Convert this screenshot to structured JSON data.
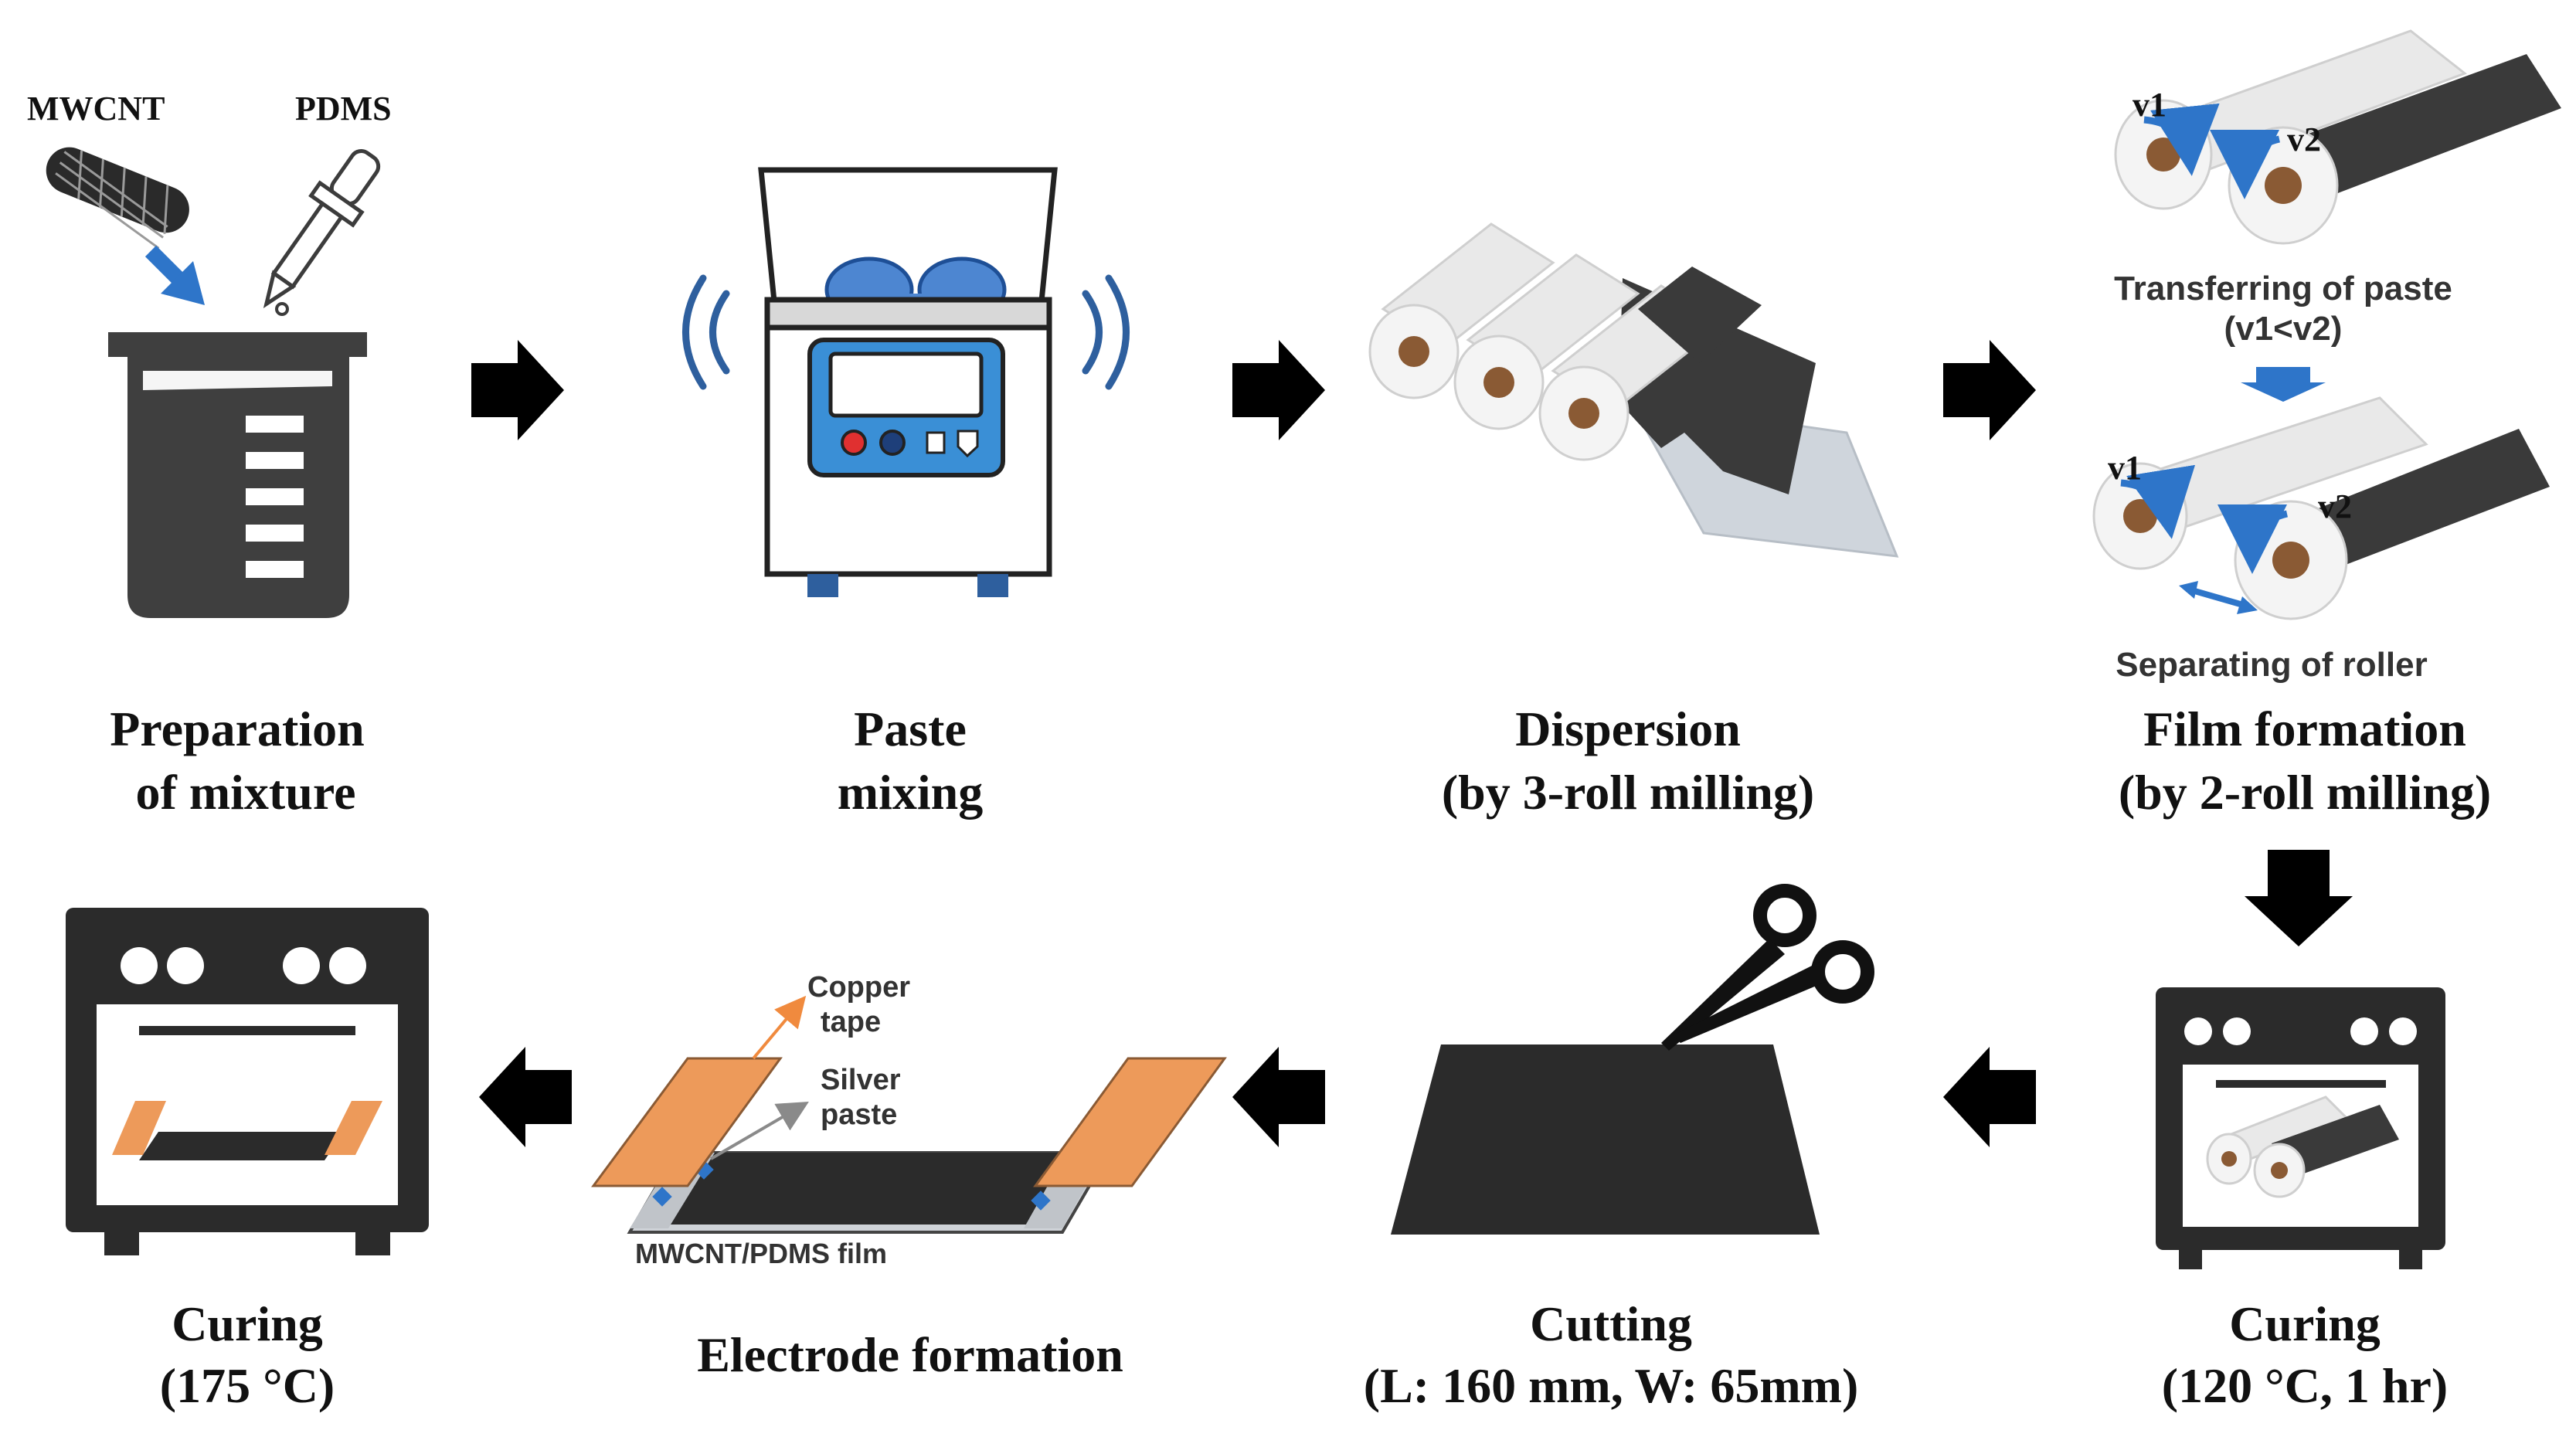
{
  "materials": {
    "mwcnt": "MWCNT",
    "pdms": "PDMS"
  },
  "steps": {
    "s1": {
      "line1": "Preparation",
      "line2": "of mixture"
    },
    "s2": {
      "line1": "Paste",
      "line2": "mixing"
    },
    "s3": {
      "line1": "Dispersion",
      "line2": "(by 3-roll milling)"
    },
    "s4": {
      "line1": "Film formation",
      "line2": "(by 2-roll milling)"
    },
    "s5": {
      "line1": "Curing",
      "line2": "(120 °C, 1 hr)"
    },
    "s6": {
      "line1": "Cutting",
      "line2": "(L: 160 mm, W: 65mm)"
    },
    "s7": {
      "line1": "Electrode formation"
    },
    "s8": {
      "line1": "Curing",
      "line2": "(175 °C)"
    }
  },
  "rollers": {
    "v1": "v1",
    "v2": "v2",
    "transfer_line1": "Transferring of paste",
    "transfer_line2": "(v1<v2)",
    "separating": "Separating of roller"
  },
  "electrode": {
    "copper_line1": "Copper",
    "copper_line2": "tape",
    "silver_line1": "Silver",
    "silver_line2": "paste",
    "film": "MWCNT/PDMS film"
  },
  "colors": {
    "arrow": "#000000",
    "accent_blue": "#2e75c9",
    "copper": "#ed9a5a",
    "film": "#2b2b2b",
    "icon_dark": "#3f3f3f",
    "roller_core": "#8a5a34"
  }
}
